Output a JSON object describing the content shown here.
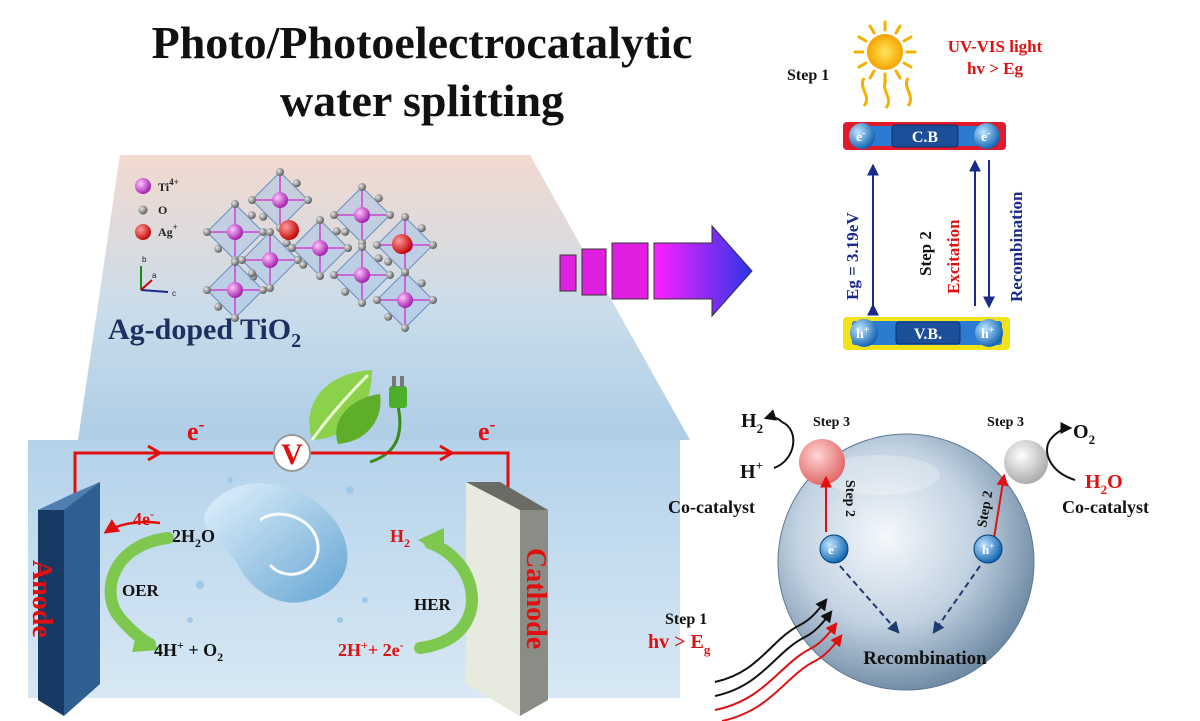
{
  "title": {
    "line1": "Photo/Photoelectrocatalytic",
    "line2": "water splitting"
  },
  "crystal": {
    "legend": {
      "ti": "Ti",
      "ti_sup": "4+",
      "o": "O",
      "ag": "Ag",
      "ag_sup": "+"
    },
    "axes": {
      "b": "b",
      "a": "a",
      "c": "c"
    },
    "label": "Ag-doped TiO",
    "label_sub": "2"
  },
  "cell": {
    "electron_left": "e",
    "electron_right": "e",
    "minus": "-",
    "voltmeter": "V",
    "anode": "Anode",
    "cathode": "Cathode",
    "anode_electrons": "4e",
    "oer": "OER",
    "her": "HER",
    "water": {
      "pre": "2H",
      "sub": "2",
      "post": "O"
    },
    "oer_products": {
      "pre": "4H",
      "sup": "+",
      "post": " + O",
      "sub": "2"
    },
    "h2": {
      "pre": "H",
      "sub": "2"
    },
    "her_reactants": {
      "pre": "2H",
      "sup": "+",
      "post": "+ 2e",
      "sup2": "-"
    }
  },
  "band": {
    "step1": "Step 1",
    "light": "UV-VIS light",
    "hv": "hv > Eg",
    "cb": "C.B",
    "vb": "V.B.",
    "e": "e",
    "e_sup": "-",
    "h": "h",
    "h_sup": "+",
    "eg": "Eg = 3.19eV",
    "step2": "Step 2",
    "excitation": "Excitation",
    "recombination": "Recombination"
  },
  "particle": {
    "h2": {
      "pre": "H",
      "sub": "2"
    },
    "hplus": {
      "pre": "H",
      "sup": "+"
    },
    "o2": {
      "pre": "O",
      "sub": "2"
    },
    "h2o": {
      "pre": "H",
      "sub": "2",
      "post": "O"
    },
    "step3_left": "Step 3",
    "step3_right": "Step 3",
    "step2_left": "Step 2",
    "step2_right": "Step 2",
    "cocatalyst_left": "Co-catalyst",
    "cocatalyst_right": "Co-catalyst",
    "electron": "e",
    "electron_sup": "-",
    "hole": "h",
    "hole_sup": "+",
    "recombination": "Recombination",
    "step1": "Step 1",
    "hv": {
      "pre": "hv > E",
      "sub": "g"
    }
  },
  "colors": {
    "red": "#e01010",
    "navy": "#1a2a8a",
    "magenta": "#e020e0",
    "anode": "#1f4f7f",
    "cathode": "#e8ebe0",
    "leaf": "#7ec850",
    "sun": "#f7b500",
    "cb_bar": "#e01a2a",
    "vb_bar": "#f2e21a"
  }
}
